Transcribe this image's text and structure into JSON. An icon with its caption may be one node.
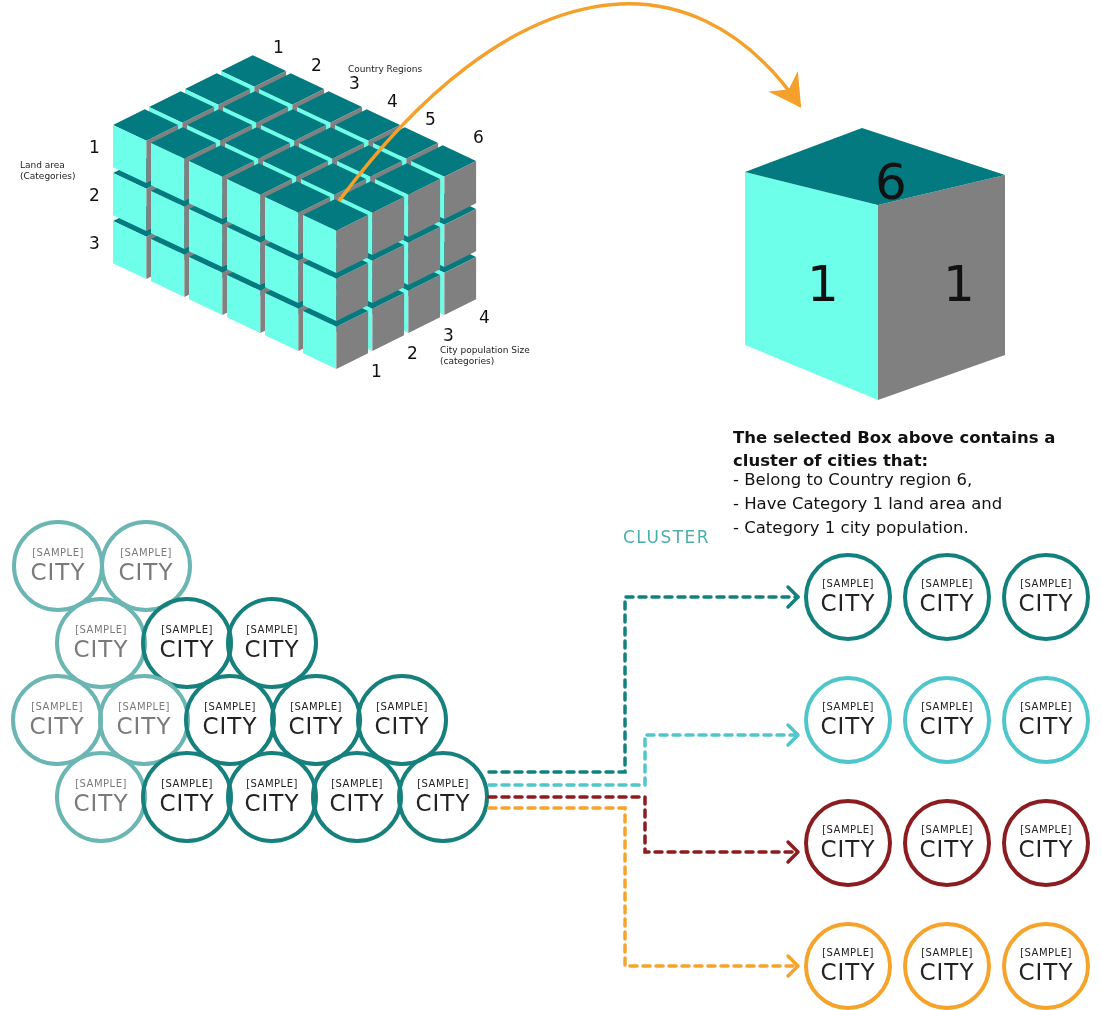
{
  "diagram": {
    "nodes": [
      {
        "text": [],
        "shape": "cube"
      },
      {
        "text": [
          "6",
          "1",
          "1"
        ]
      },
      {
        "text": [
          "[SAMPLE]",
          "CITY"
        ]
      },
      {
        "text": [
          "[SAMPLE]",
          "CITY"
        ]
      },
      {
        "text": [
          "[SAMPLE]",
          "CITY"
        ]
      },
      {
        "text": [
          "[SAMPLE]",
          "CITY"
        ]
      },
      {
        "text": [
          "[SAMPLE]",
          "CITY"
        ]
      },
      {
        "text": [
          "[SAMPLE]",
          "CITY"
        ]
      },
      {
        "text": [
          "[SAMPLE]",
          "CITY"
        ]
      },
      {
        "text": [
          "[SAMPLE]",
          "CITY"
        ]
      },
      {
        "text": [
          "[SAMPLE]",
          "CITY"
        ]
      },
      {
        "text": [
          "[SAMPLE]",
          "CITY"
        ]
      },
      {
        "text": [
          "[SAMPLE]",
          "CITY"
        ]
      },
      {
        "text": [
          "[SAMPLE]",
          "CITY"
        ]
      },
      {
        "text": [
          "[SAMPLE]",
          "CITY"
        ]
      },
      {
        "text": [
          "[SAMPLE]",
          "CITY"
        ]
      },
      {
        "text": [
          "[SAMPLE]",
          "CITY"
        ]
      },
      {
        "text": [
          "[SAMPLE]",
          "CITY"
        ]
      },
      {
        "text": [
          "[SAMPLE]",
          "CITY"
        ]
      },
      {
        "text": [
          "[SAMPLE]",
          "CITY"
        ]
      },
      {
        "text": [
          "[SAMPLE]",
          "CITY"
        ]
      },
      {
        "text": [
          "[SAMPLE]",
          "CITY"
        ]
      },
      {
        "text": [
          "[SAMPLE]",
          "CITY"
        ]
      },
      {
        "text": [
          "[SAMPLE]",
          "CITY"
        ]
      },
      {
        "text": [
          "[SAMPLE]",
          "CITY"
        ]
      },
      {
        "text": [
          "[SAMPLE]",
          "CITY"
        ]
      },
      {
        "text": [
          "[SAMPLE]",
          "CITY"
        ]
      },
      {
        "text": [
          "[SAMPLE]",
          "CITY"
        ]
      },
      {
        "text": [
          "[SAMPLE]",
          "CITY"
        ]
      }
    ],
    "edges": [
      {
        "from": 0,
        "to": 1,
        "arrow": "to",
        "color": "#f5a02a"
      },
      {
        "from": 16,
        "to": 17,
        "arrow": "to",
        "style": "dashed",
        "color": "#12817d"
      },
      {
        "from": 16,
        "to": 20,
        "arrow": "to",
        "style": "dashed",
        "color": "#4fc6cc"
      },
      {
        "from": 16,
        "to": 23,
        "arrow": "to",
        "style": "dashed",
        "color": "#8b1c1f"
      },
      {
        "from": 16,
        "to": 26,
        "arrow": "to",
        "style": "dashed",
        "color": "#f6a32b"
      }
    ],
    "labels": [
      "1",
      "2",
      "3",
      "Country Regions",
      "4",
      "5",
      "6",
      "1",
      "Land area (Categories)",
      "2",
      "3",
      "4",
      "3",
      "2",
      "City population Size (categories)",
      "1",
      "The selected Box above contains a cluster of cities that:",
      "- Belong to Country region 6,",
      "- Have Category 1 land area and",
      "- Category 1 city population.",
      "CLUSTER"
    ]
  }
}
